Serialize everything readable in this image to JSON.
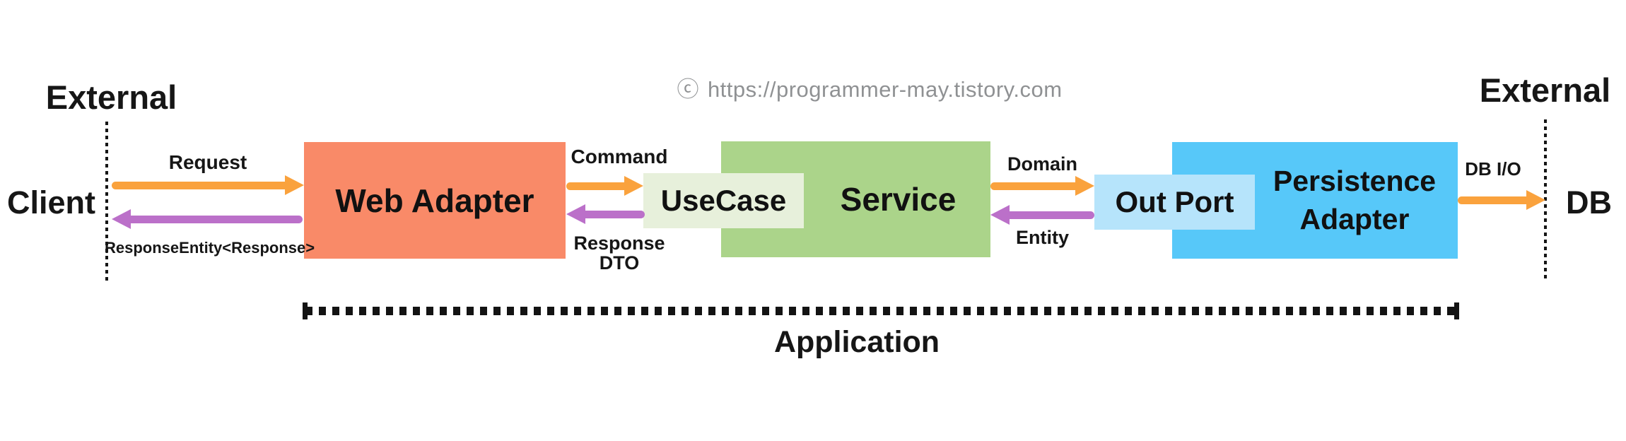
{
  "page": {
    "background": "#ffffff",
    "ink": "#161616"
  },
  "watermark": {
    "icon": "ⓒ",
    "url": "https://programmer-may.tistory.com",
    "color": "#8F9193"
  },
  "external_left": {
    "label": "External"
  },
  "external_right": {
    "label": "External"
  },
  "actors": {
    "client": {
      "label": "Client"
    },
    "db": {
      "label": "DB"
    }
  },
  "boxes": {
    "web_adapter": {
      "label": "Web Adapter",
      "color": "#F98A68"
    },
    "usecase": {
      "label": "UseCase",
      "color": "#E7F0DB"
    },
    "service": {
      "label": "Service",
      "color": "#ABD48A"
    },
    "out_port": {
      "label": "Out Port",
      "color": "#B6E4FB"
    },
    "persistence": {
      "line1": "Persistence",
      "line2": "Adapter",
      "color": "#57C8F9"
    }
  },
  "arrows": {
    "request": {
      "label": "Request",
      "color": "#FAA23D",
      "direction": "right"
    },
    "response": {
      "label": "ResponseEntity<Response>",
      "color": "#BB70C9",
      "direction": "left"
    },
    "command": {
      "label": "Command",
      "color": "#FAA23D",
      "direction": "right"
    },
    "response_dto": {
      "line1": "Response",
      "line2": "DTO",
      "color": "#BB70C9",
      "direction": "left"
    },
    "domain": {
      "label": "Domain",
      "color": "#FAA23D",
      "direction": "right"
    },
    "entity": {
      "label": "Entity",
      "color": "#BB70C9",
      "direction": "left"
    },
    "db_io": {
      "label": "DB I/O",
      "color": "#FAA23D",
      "direction": "right"
    }
  },
  "application_boundary": {
    "label": "Application"
  }
}
